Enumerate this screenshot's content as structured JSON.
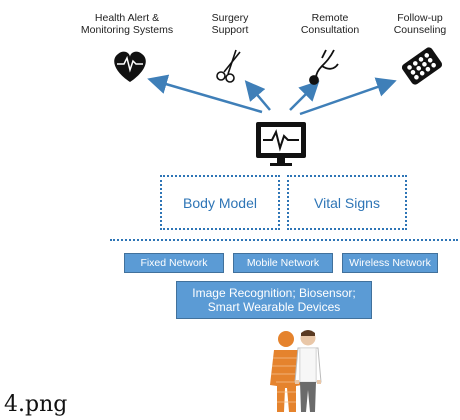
{
  "applications": [
    {
      "line1": "Health Alert &",
      "line2": "Monitoring Systems",
      "icon": "heart-monitor-icon"
    },
    {
      "line1": "Surgery",
      "line2": "Support",
      "icon": "surgical-scissors-icon"
    },
    {
      "line1": "Remote",
      "line2": "Consultation",
      "icon": "stethoscope-icon"
    },
    {
      "line1": "Follow-up",
      "line2": "Counseling",
      "icon": "pill-pack-icon"
    }
  ],
  "center_icon": "monitor-heartbeat-icon",
  "models": {
    "body_model": "Body Model",
    "vital_signs": "Vital Signs"
  },
  "networks": [
    "Fixed Network",
    "Mobile Network",
    "Wireless Network"
  ],
  "technology": {
    "line1": "Image Recognition; Biosensor;",
    "line2": "Smart Wearable Devices"
  },
  "people_icon": "digital-twin-people-icon",
  "caption": "4.png",
  "colors": {
    "accent": "#2e75b6",
    "box_fill": "#5b9bd5",
    "arrow": "#3f7fb8",
    "figure_orange": "#e5832d"
  }
}
